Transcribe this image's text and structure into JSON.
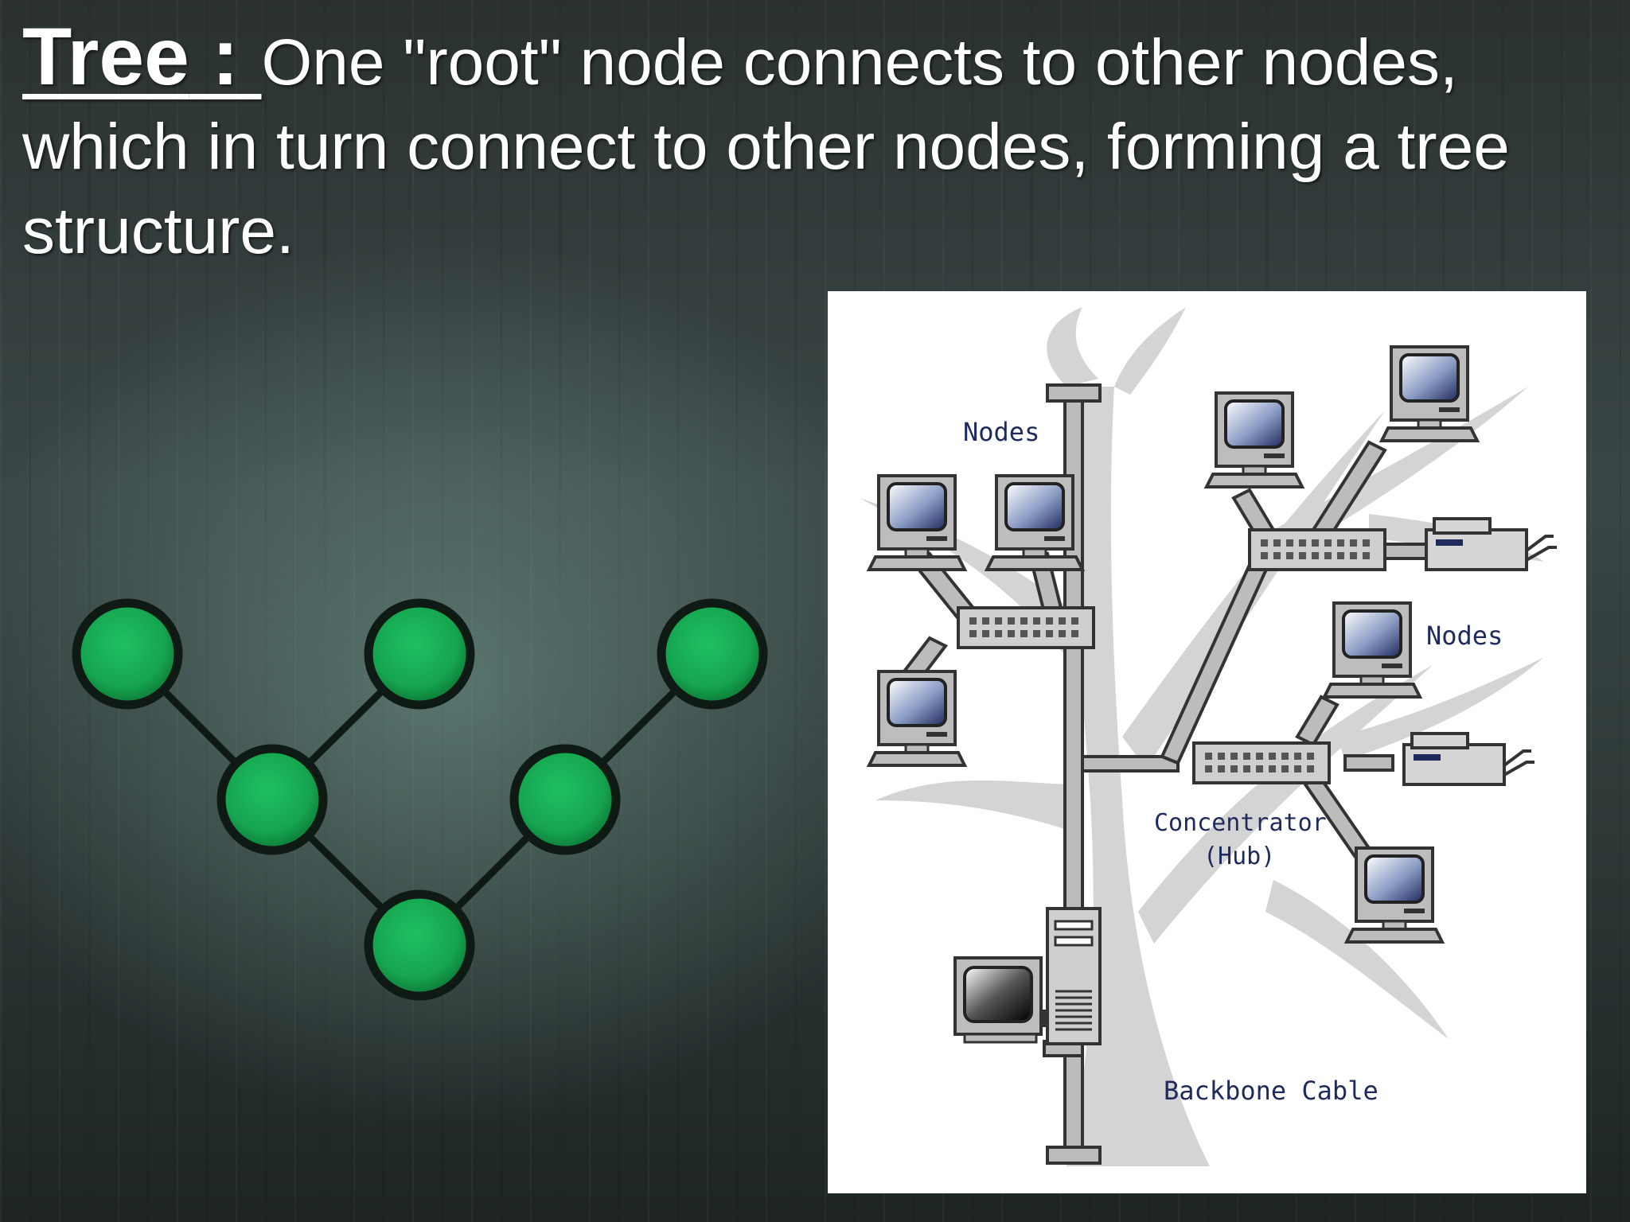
{
  "title": {
    "term": "Tree",
    "separator": " : ",
    "definition": "One \"root\" node connects to other nodes, which in turn connect to other nodes, forming a tree structure."
  },
  "diagram": {
    "labels": {
      "nodes_left": "Nodes",
      "nodes_right": "Nodes",
      "concentrator_line1": "Concentrator",
      "concentrator_line2": "(Hub)",
      "backbone": "Backbone Cable"
    }
  },
  "colors": {
    "node_green": "#16a44f",
    "node_outline": "#0f1a14",
    "label_blue": "#1f2a5c"
  }
}
